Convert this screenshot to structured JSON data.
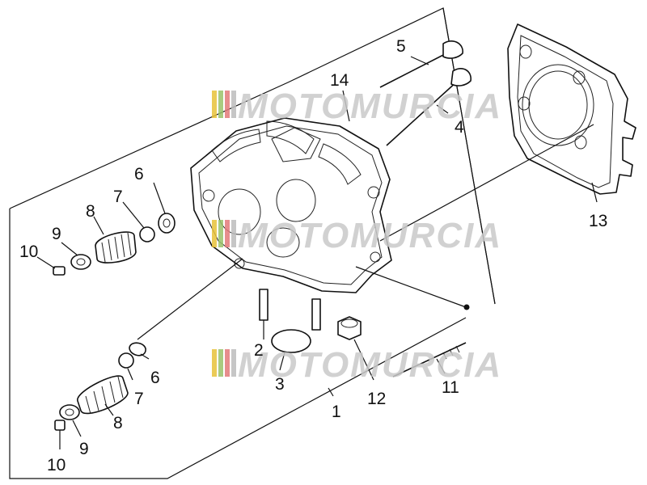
{
  "callouts": {
    "c1": "1",
    "c2": "2",
    "c3": "3",
    "c4": "4",
    "c5": "5",
    "c6a": "6",
    "c6b": "6",
    "c7a": "7",
    "c7b": "7",
    "c8a": "8",
    "c8b": "8",
    "c9a": "9",
    "c9b": "9",
    "c10a": "10",
    "c10b": "10",
    "c11": "11",
    "c12": "12",
    "c13": "13",
    "c14": "14"
  },
  "watermark": {
    "text": "MOTOMURCIA",
    "text_color": "#c9c9c9",
    "stripe_colors": [
      "#e8c23a",
      "#9bc36b",
      "#e37a7a",
      "#bdbdbd"
    ]
  }
}
